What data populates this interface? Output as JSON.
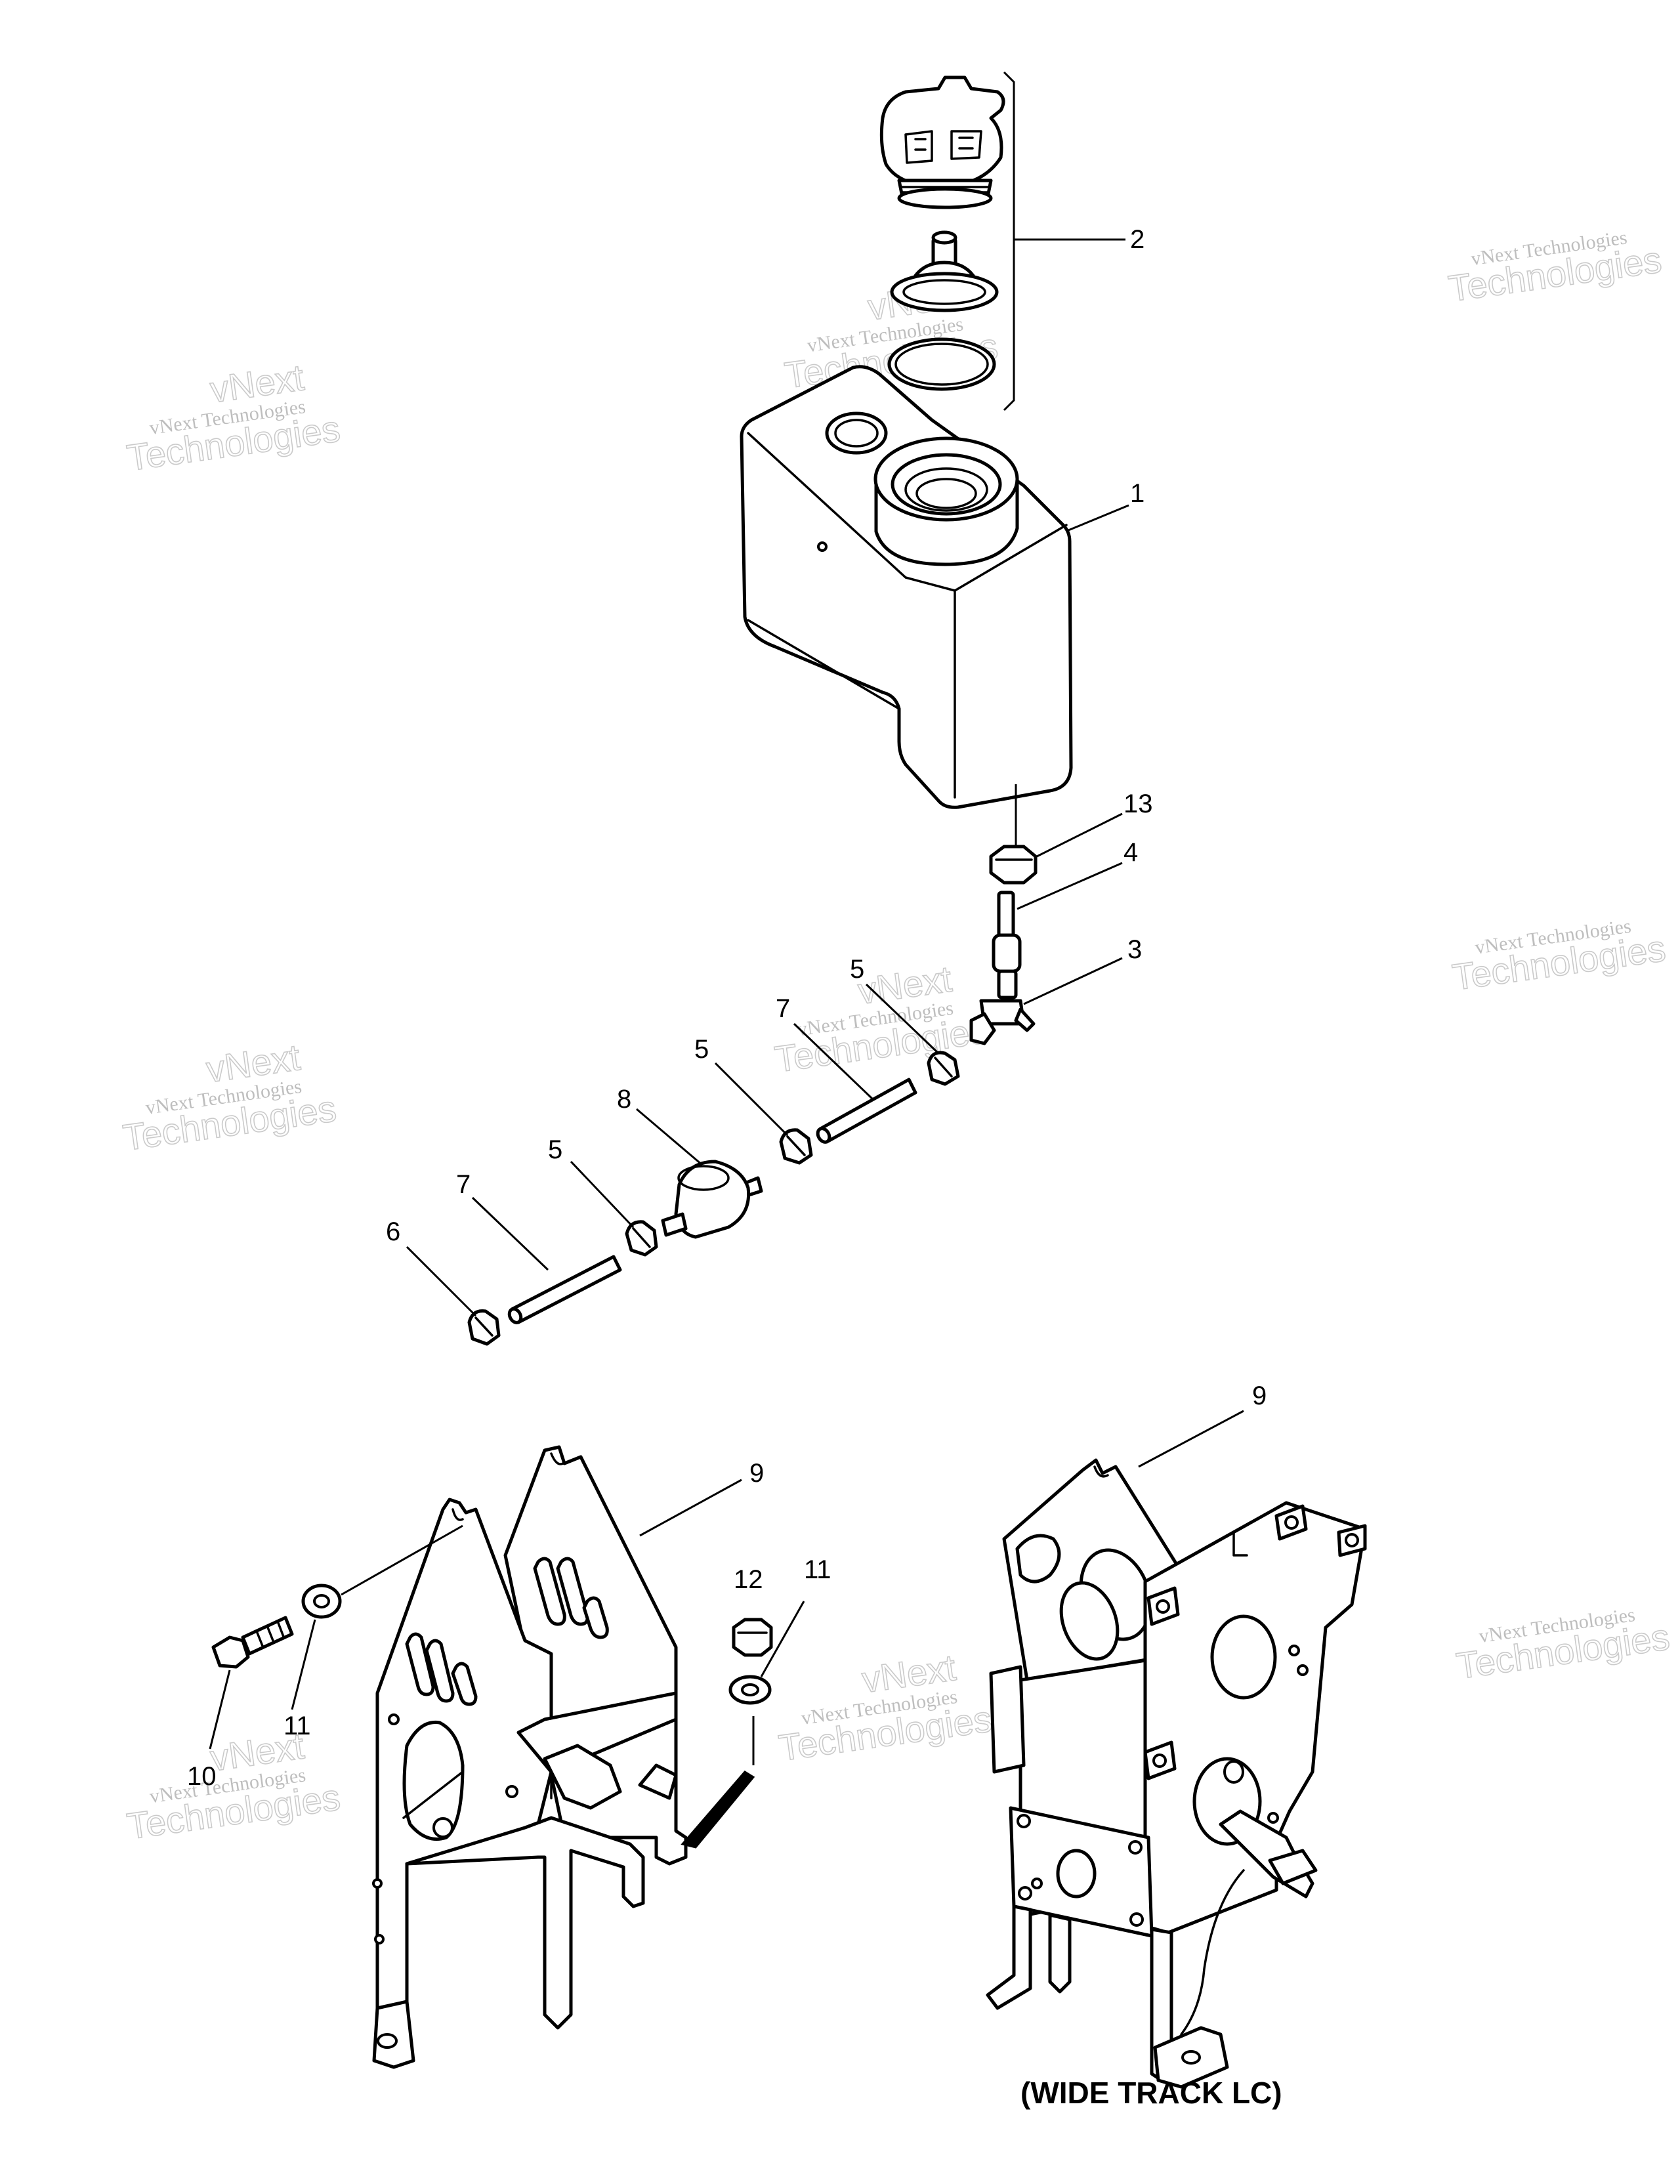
{
  "callouts": {
    "c1": "1",
    "c2": "2",
    "c3": "3",
    "c4": "4",
    "c5a": "5",
    "c5b": "5",
    "c5c": "5",
    "c6": "6",
    "c7a": "7",
    "c7b": "7",
    "c8": "8",
    "c9a": "9",
    "c9b": "9",
    "c10": "10",
    "c11a": "11",
    "c11b": "11",
    "c12": "12",
    "c13": "13"
  },
  "caption": "(WIDE TRACK LC)",
  "watermark": {
    "line1": "vNext Technologies",
    "line2a": "vNext",
    "line2b": "Technologies"
  }
}
